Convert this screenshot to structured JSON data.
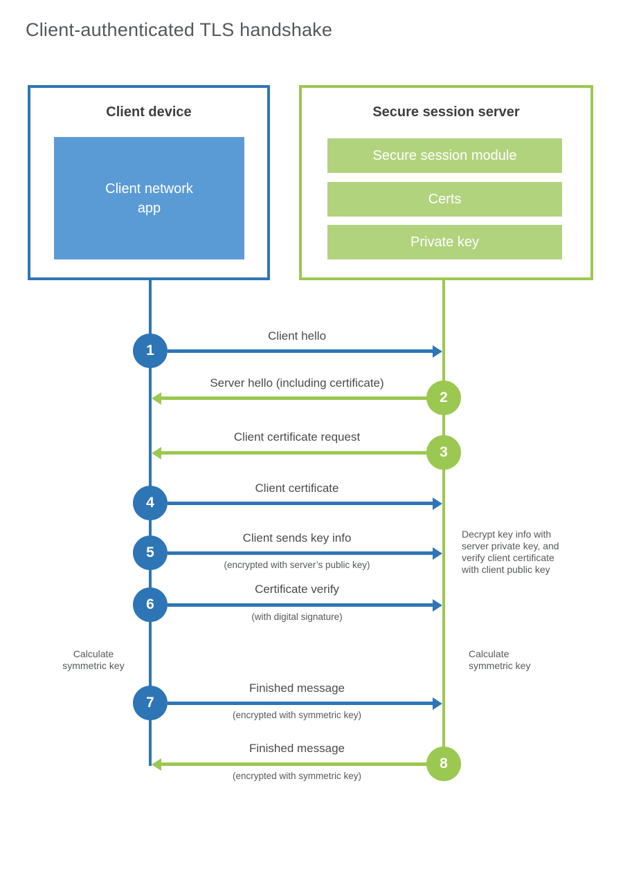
{
  "title": "Client-authenticated TLS handshake",
  "colors": {
    "client_accent": "#2e75b6",
    "client_fill": "#5b9bd5",
    "server_accent": "#9bc850",
    "server_fill": "#b2d37e",
    "heading_text": "#3d3e40",
    "label_text": "#4a4b4d",
    "note_text": "#55585a"
  },
  "client": {
    "title": "Client device",
    "app_label": "Client network\napp"
  },
  "server": {
    "title": "Secure session server",
    "modules": [
      "Secure session module",
      "Certs",
      "Private key"
    ]
  },
  "messages": [
    {
      "step": "1",
      "from": "client",
      "label": "Client hello",
      "sublabel": ""
    },
    {
      "step": "2",
      "from": "server",
      "label": "Server hello (including certificate)",
      "sublabel": ""
    },
    {
      "step": "3",
      "from": "server",
      "label": "Client certificate request",
      "sublabel": ""
    },
    {
      "step": "4",
      "from": "client",
      "label": "Client certificate",
      "sublabel": ""
    },
    {
      "step": "5",
      "from": "client",
      "label": "Client sends key info",
      "sublabel": "(encrypted with server’s public key)"
    },
    {
      "step": "6",
      "from": "client",
      "label": "Certificate verify",
      "sublabel": "(with digital signature)"
    },
    {
      "step": "7",
      "from": "client",
      "label": "Finished message",
      "sublabel": "(encrypted with symmetric key)"
    },
    {
      "step": "8",
      "from": "server",
      "label": "Finished message",
      "sublabel": "(encrypted with symmetric key)"
    }
  ],
  "notes": {
    "decrypt_note": "Decrypt key info with\nserver private key, and\nverify client certificate\nwith client public key",
    "client_calculate": "Calculate\nsymmetric key",
    "server_calculate": "Calculate\nsymmetric key"
  }
}
